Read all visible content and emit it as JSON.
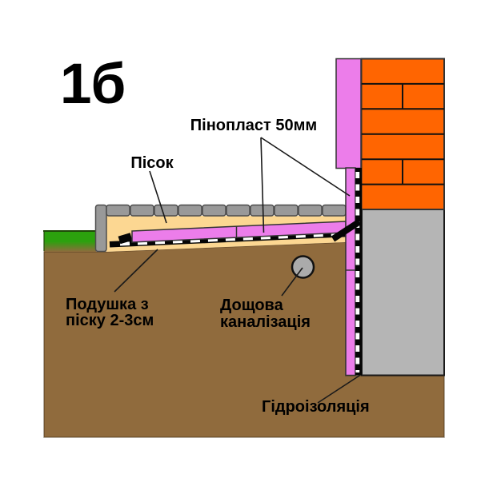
{
  "title": "1б",
  "labels": {
    "foam": "Пінопласт 50мм",
    "sand": "Пісок",
    "cushion": [
      "Подушка з",
      "піску 2-3см"
    ],
    "drain": [
      "Дощова",
      "каналізація"
    ],
    "waterproofing": "Гідроізоляція"
  },
  "colors": {
    "soil": "#906B3D",
    "sand": "#FCD792",
    "foam": "#EC7DEA",
    "brick": "#FF6501",
    "concrete": "#B5B5B5",
    "paver": "#999999",
    "grass": "#2CA10E",
    "membrane": "#050505",
    "membrane_dash": "#FFFFFF",
    "pipe": "#ABABAB"
  }
}
